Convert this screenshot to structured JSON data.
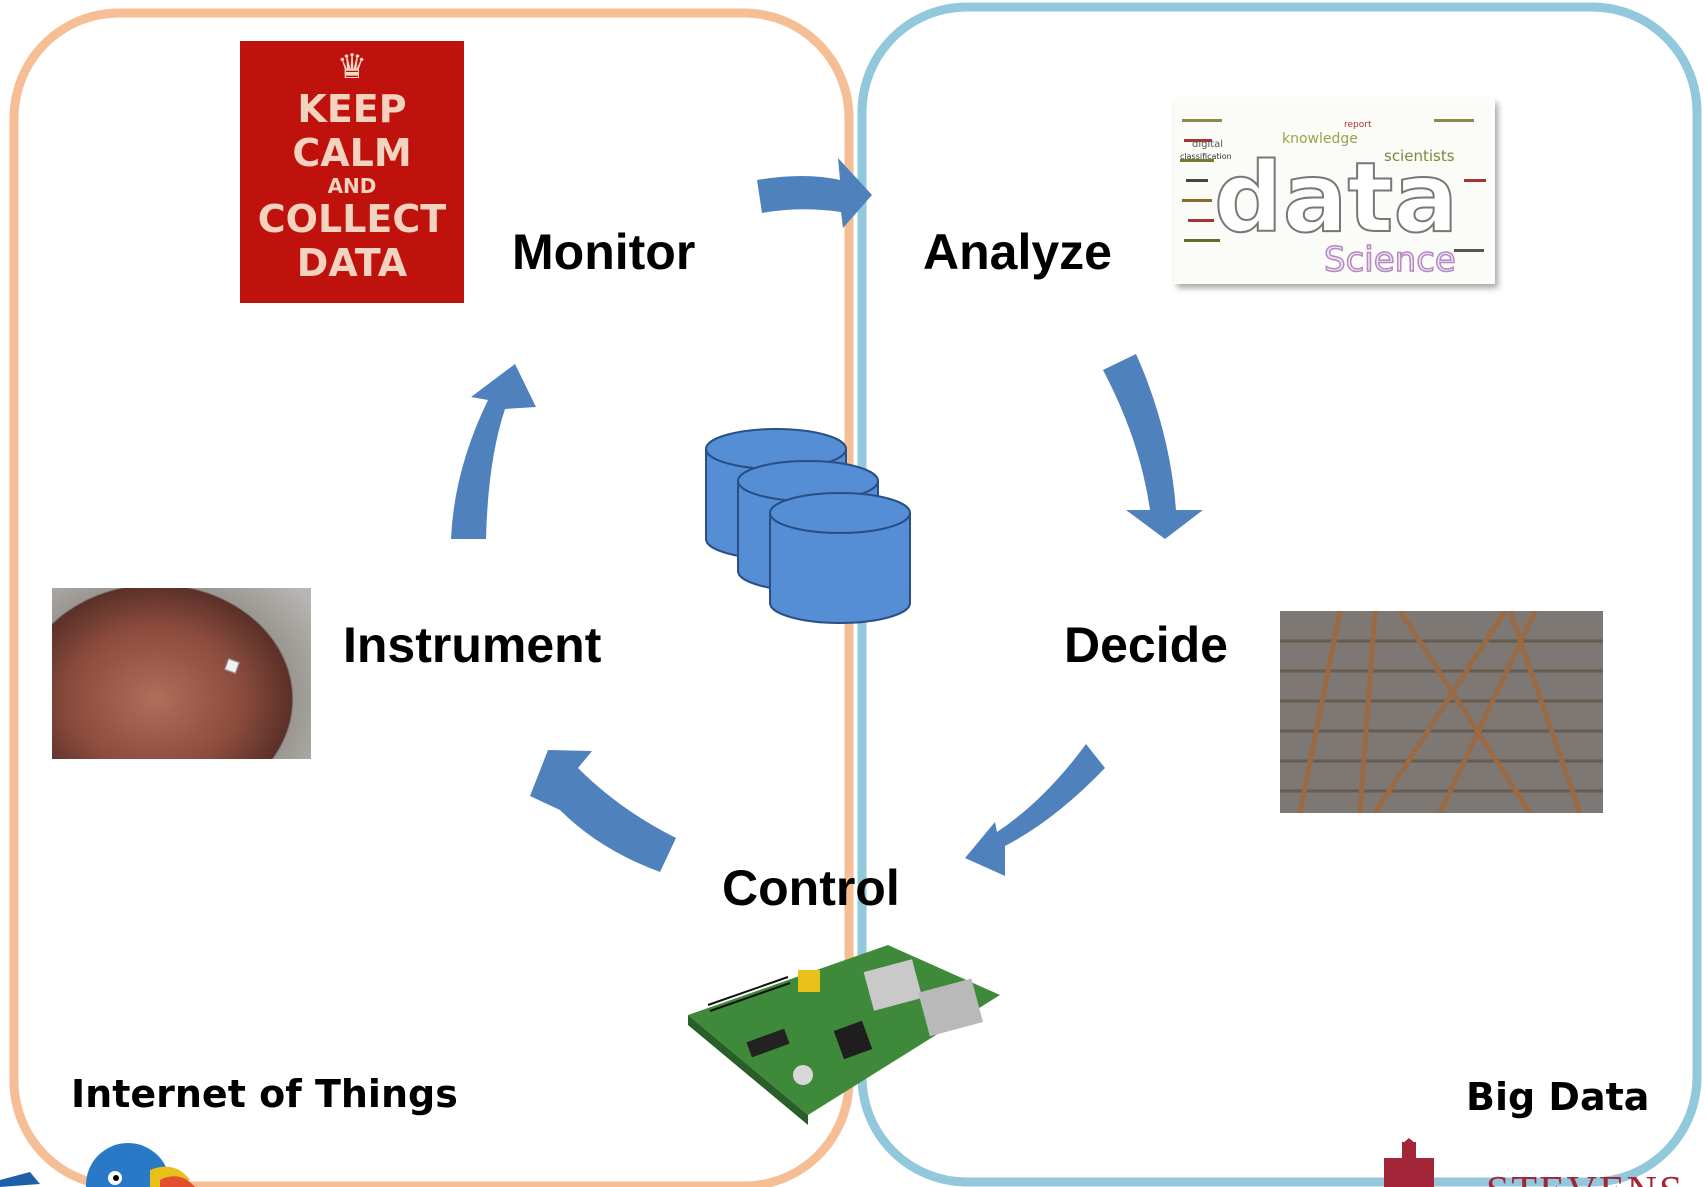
{
  "stages": {
    "monitor": "Monitor",
    "analyze": "Analyze",
    "instrument": "Instrument",
    "decide": "Decide",
    "control": "Control"
  },
  "regions": {
    "left": "Internet of Things",
    "right": "Big Data"
  },
  "poster": {
    "line1": "KEEP",
    "line2": "CALM",
    "line3": "AND",
    "line4": "COLLECT",
    "line5": "DATA"
  },
  "wordcloud": {
    "main_word": "data",
    "sub_word": "Science",
    "side_words": [
      "knowledge",
      "scientists",
      "digital",
      "classification",
      "report"
    ]
  },
  "logos": {
    "bottom_right": "STEVENS"
  },
  "colors": {
    "iot_border": "#f6be94",
    "bigdata_border": "#92c8dc",
    "arrow": "#4f81bd",
    "database": "#558ed5",
    "poster_red": "#c0120c"
  }
}
